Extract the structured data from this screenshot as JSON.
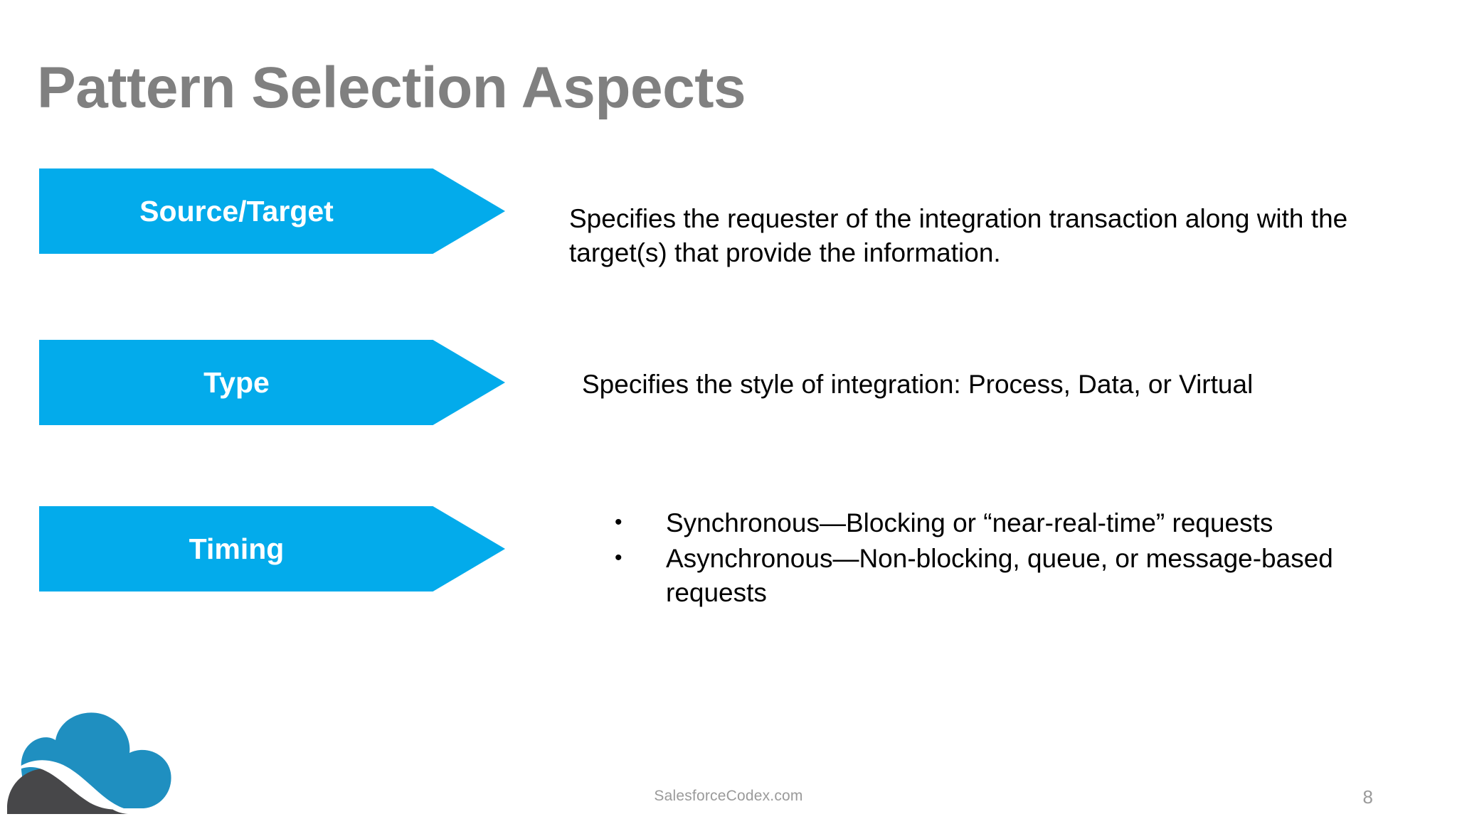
{
  "slide": {
    "title": "Pattern Selection Aspects",
    "accent_color": "#03ABEB",
    "title_color": "#808080",
    "logo": {
      "icon": "cloud-logo-icon",
      "cloud_color": "#1F8FC0",
      "swoosh_color": "#474749"
    }
  },
  "aspects": [
    {
      "label": "Source/Target",
      "description": "Specifies the requester of the integration transaction along with the target(s) that provide the information."
    },
    {
      "label": "Type",
      "description": "Specifies the style of integration: Process, Data, or Virtual"
    },
    {
      "label": "Timing",
      "bullets": [
        "Synchronous—Blocking or “near-real-time” requests",
        "Asynchronous—Non-blocking, queue, or message-based requests"
      ]
    }
  ],
  "footer": {
    "site": "SalesforceCodex.com",
    "page_number": "8"
  }
}
